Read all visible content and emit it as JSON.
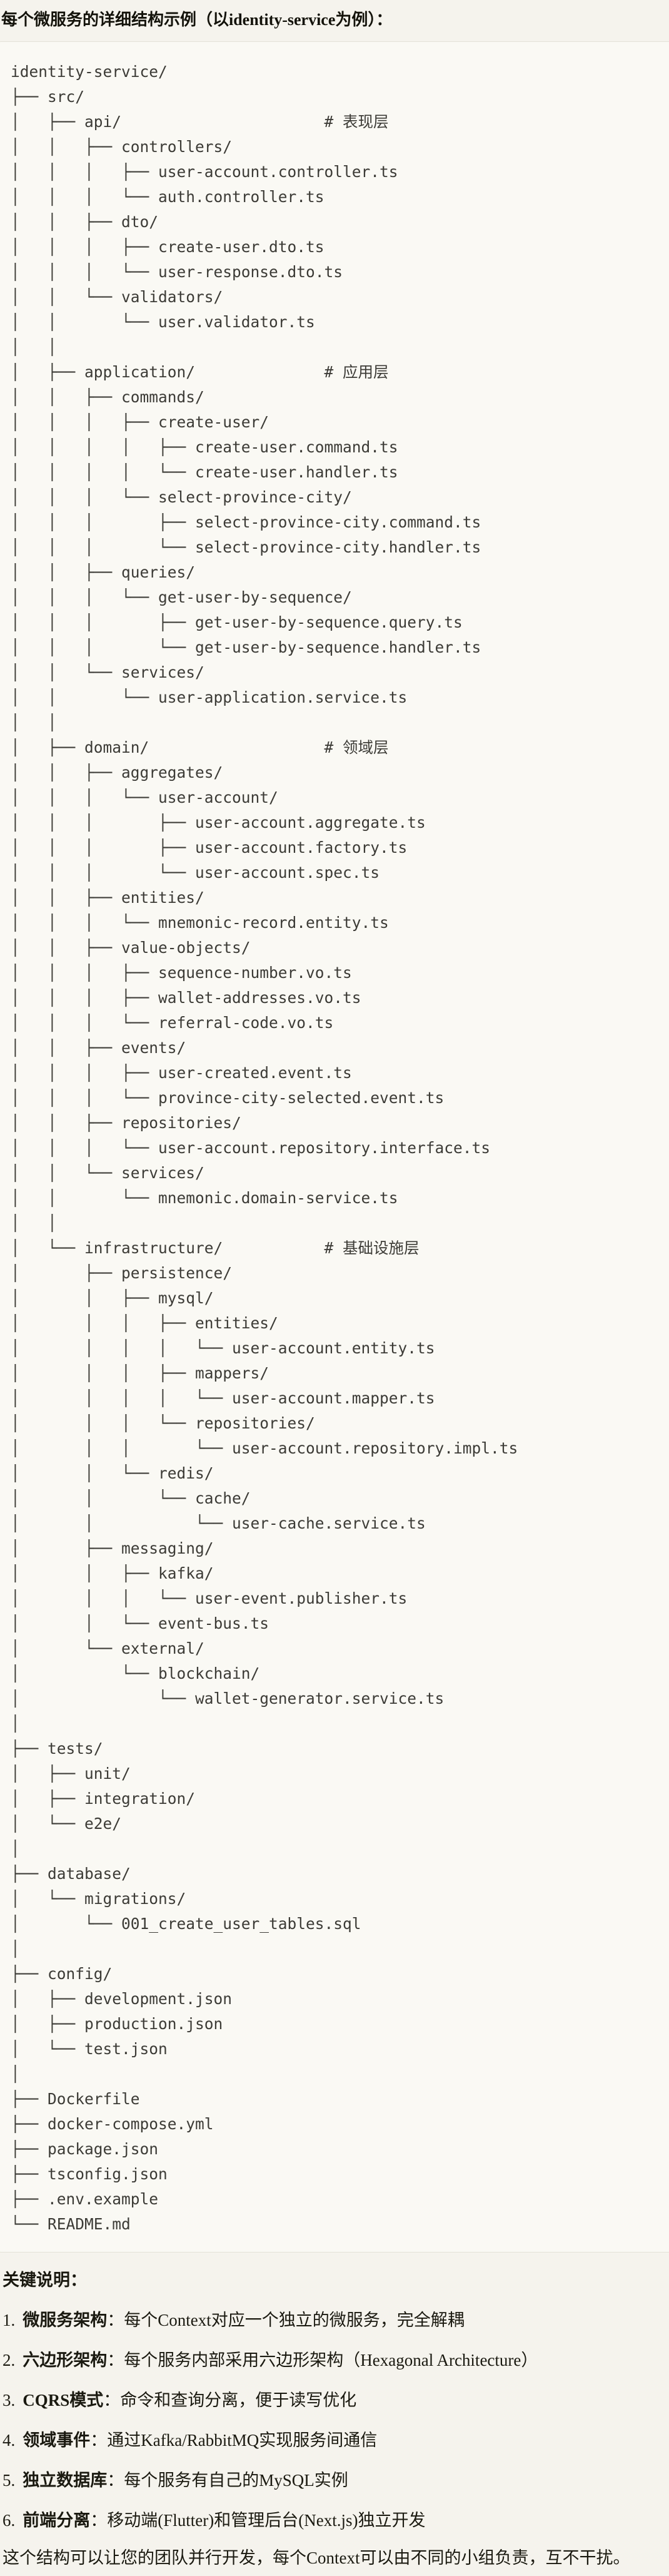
{
  "colors": {
    "page_bg": "#F5F3ED",
    "code_bg": "#FAF9F4",
    "code_border": "#E4E2D8",
    "code_text": "#3C3B36",
    "body_text": "#1A1910"
  },
  "title": "每个微服务的详细结构示例（以identity-service为例）：",
  "code_block": {
    "lines": [
      "identity-service/",
      "├── src/",
      "│   ├── api/                      # 表现层",
      "│   │   ├── controllers/",
      "│   │   │   ├── user-account.controller.ts",
      "│   │   │   └── auth.controller.ts",
      "│   │   ├── dto/",
      "│   │   │   ├── create-user.dto.ts",
      "│   │   │   └── user-response.dto.ts",
      "│   │   └── validators/",
      "│   │       └── user.validator.ts",
      "│   │",
      "│   ├── application/              # 应用层",
      "│   │   ├── commands/",
      "│   │   │   ├── create-user/",
      "│   │   │   │   ├── create-user.command.ts",
      "│   │   │   │   └── create-user.handler.ts",
      "│   │   │   └── select-province-city/",
      "│   │   │       ├── select-province-city.command.ts",
      "│   │   │       └── select-province-city.handler.ts",
      "│   │   ├── queries/",
      "│   │   │   └── get-user-by-sequence/",
      "│   │   │       ├── get-user-by-sequence.query.ts",
      "│   │   │       └── get-user-by-sequence.handler.ts",
      "│   │   └── services/",
      "│   │       └── user-application.service.ts",
      "│   │",
      "│   ├── domain/                   # 领域层",
      "│   │   ├── aggregates/",
      "│   │   │   └── user-account/",
      "│   │   │       ├── user-account.aggregate.ts",
      "│   │   │       ├── user-account.factory.ts",
      "│   │   │       └── user-account.spec.ts",
      "│   │   ├── entities/",
      "│   │   │   └── mnemonic-record.entity.ts",
      "│   │   ├── value-objects/",
      "│   │   │   ├── sequence-number.vo.ts",
      "│   │   │   ├── wallet-addresses.vo.ts",
      "│   │   │   └── referral-code.vo.ts",
      "│   │   ├── events/",
      "│   │   │   ├── user-created.event.ts",
      "│   │   │   └── province-city-selected.event.ts",
      "│   │   ├── repositories/",
      "│   │   │   └── user-account.repository.interface.ts",
      "│   │   └── services/",
      "│   │       └── mnemonic.domain-service.ts",
      "│   │",
      "│   └── infrastructure/           # 基础设施层",
      "│       ├── persistence/",
      "│       │   ├── mysql/",
      "│       │   │   ├── entities/",
      "│       │   │   │   └── user-account.entity.ts",
      "│       │   │   ├── mappers/",
      "│       │   │   │   └── user-account.mapper.ts",
      "│       │   │   └── repositories/",
      "│       │   │       └── user-account.repository.impl.ts",
      "│       │   └── redis/",
      "│       │       └── cache/",
      "│       │           └── user-cache.service.ts",
      "│       ├── messaging/",
      "│       │   ├── kafka/",
      "│       │   │   └── user-event.publisher.ts",
      "│       │   └── event-bus.ts",
      "│       └── external/",
      "│           └── blockchain/",
      "│               └── wallet-generator.service.ts",
      "│",
      "├── tests/",
      "│   ├── unit/",
      "│   ├── integration/",
      "│   └── e2e/",
      "│",
      "├── database/",
      "│   └── migrations/",
      "│       └── 001_create_user_tables.sql",
      "│",
      "├── config/",
      "│   ├── development.json",
      "│   ├── production.json",
      "│   └── test.json",
      "│",
      "├── Dockerfile",
      "├── docker-compose.yml",
      "├── package.json",
      "├── tsconfig.json",
      "├── .env.example",
      "└── README.md"
    ]
  },
  "notes": {
    "heading": "关键说明：",
    "items": [
      {
        "num": "1.",
        "label": "微服务架构",
        "text": "：每个Context对应一个独立的微服务，完全解耦"
      },
      {
        "num": "2.",
        "label": "六边形架构",
        "text": "：每个服务内部采用六边形架构（Hexagonal Architecture）"
      },
      {
        "num": "3.",
        "label": "CQRS模式",
        "text": "：命令和查询分离，便于读写优化"
      },
      {
        "num": "4.",
        "label": "领域事件",
        "text": "：通过Kafka/RabbitMQ实现服务间通信"
      },
      {
        "num": "5.",
        "label": "独立数据库",
        "text": "：每个服务有自己的MySQL实例"
      },
      {
        "num": "6.",
        "label": "前端分离",
        "text": "：移动端(Flutter)和管理后台(Next.js)独立开发"
      }
    ],
    "footer": "这个结构可以让您的团队并行开发，每个Context可以由不同的小组负责，互不干扰。"
  }
}
